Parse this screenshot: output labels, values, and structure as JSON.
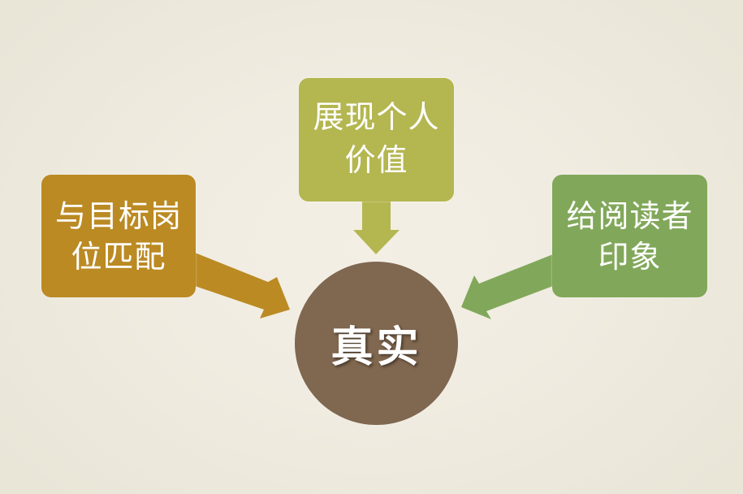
{
  "diagram": {
    "type": "convergent-arrows",
    "center": {
      "label": "真实",
      "color": "#80674f"
    },
    "nodes": [
      {
        "id": "left",
        "lines": [
          "与目标岗",
          "位匹配"
        ],
        "color": "#bb8a23",
        "arrow_direction": "down-right"
      },
      {
        "id": "top",
        "lines": [
          "展现个人",
          "价值"
        ],
        "color": "#b4b650",
        "arrow_direction": "down"
      },
      {
        "id": "right",
        "lines": [
          "给阅读者",
          "印象"
        ],
        "color": "#81a85a",
        "arrow_direction": "down-left"
      }
    ],
    "background": "#efebe0",
    "text_color": "#ffffff"
  }
}
